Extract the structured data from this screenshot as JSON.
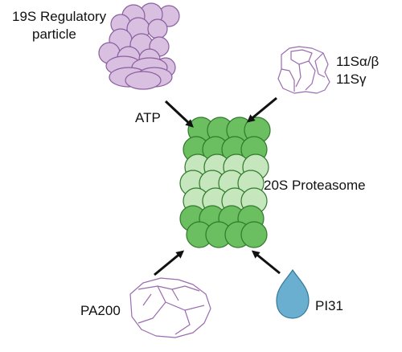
{
  "labels": {
    "regulatory_line1": "19S Regulatory",
    "regulatory_line2": "particle",
    "atp": "ATP",
    "s11_line1": "11Sα/β",
    "s11_line2": "11Sγ",
    "proteasome": "20S Proteasome",
    "pa200": "PA200",
    "pi31": "PI31"
  },
  "colors": {
    "regulatory_fill": "#d9bfe0",
    "regulatory_stroke": "#8a5ea0",
    "outline_stroke": "#9a6cb0",
    "dark_green": "#6cbf60",
    "light_green": "#c6e6bd",
    "green_stroke": "#2e7a2a",
    "pi31_fill": "#6aaed0",
    "pi31_stroke": "#35799a",
    "arrow": "#111111"
  }
}
